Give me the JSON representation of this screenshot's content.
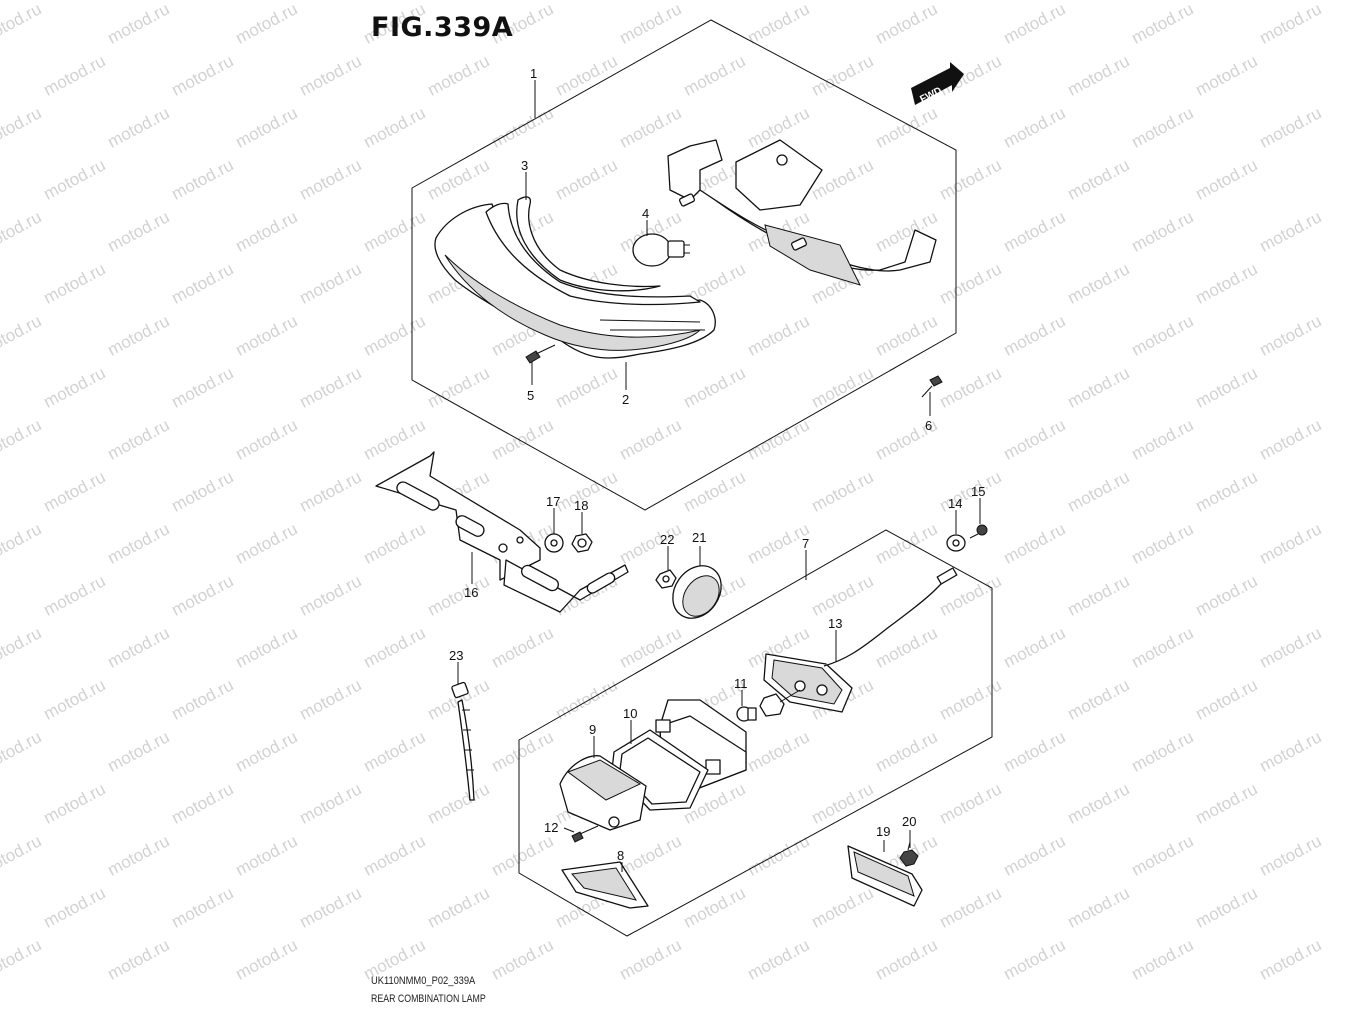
{
  "figure": {
    "title": "FIG.339A",
    "code": "UK110NMM0_P02_339A",
    "name": "REAR COMBINATION LAMP",
    "direction_badge": "FWD",
    "watermark": "motod.ru"
  },
  "callouts": [
    {
      "id": "1",
      "label": "1"
    },
    {
      "id": "2",
      "label": "2"
    },
    {
      "id": "3",
      "label": "3"
    },
    {
      "id": "4",
      "label": "4"
    },
    {
      "id": "5",
      "label": "5"
    },
    {
      "id": "6",
      "label": "6"
    },
    {
      "id": "7",
      "label": "7"
    },
    {
      "id": "8",
      "label": "8"
    },
    {
      "id": "9",
      "label": "9"
    },
    {
      "id": "10",
      "label": "10"
    },
    {
      "id": "11",
      "label": "11"
    },
    {
      "id": "12",
      "label": "12"
    },
    {
      "id": "13",
      "label": "13"
    },
    {
      "id": "14",
      "label": "14"
    },
    {
      "id": "15",
      "label": "15"
    },
    {
      "id": "16",
      "label": "16"
    },
    {
      "id": "17",
      "label": "17"
    },
    {
      "id": "18",
      "label": "18"
    },
    {
      "id": "19",
      "label": "19"
    },
    {
      "id": "20",
      "label": "20"
    },
    {
      "id": "21",
      "label": "21"
    },
    {
      "id": "22",
      "label": "22"
    },
    {
      "id": "23",
      "label": "23"
    }
  ]
}
